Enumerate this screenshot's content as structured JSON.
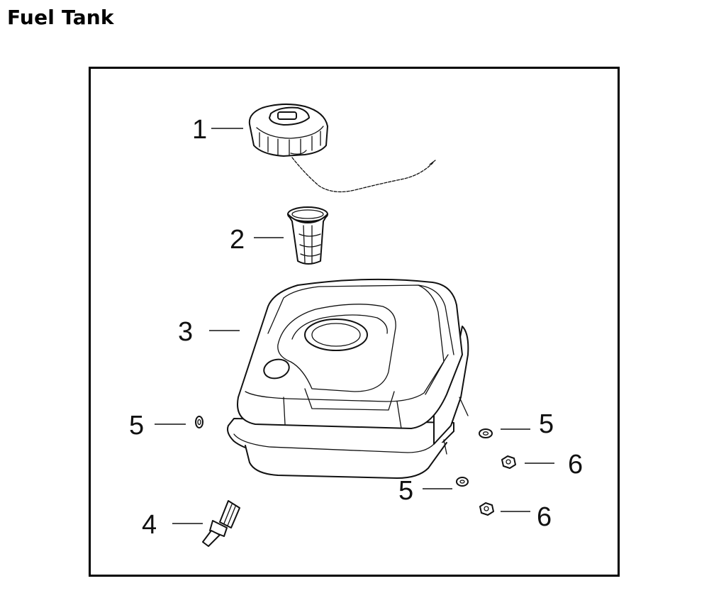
{
  "title": "Fuel Tank",
  "parts": [
    {
      "id": "fuel-cap",
      "label": "1"
    },
    {
      "id": "fuel-strainer",
      "label": "2"
    },
    {
      "id": "fuel-tank",
      "label": "3"
    },
    {
      "id": "fuel-valve",
      "label": "4"
    },
    {
      "id": "washer-left",
      "label": "5"
    },
    {
      "id": "washer-right-upper",
      "label": "5"
    },
    {
      "id": "washer-right-lower",
      "label": "5"
    },
    {
      "id": "nut-upper",
      "label": "6"
    },
    {
      "id": "nut-lower",
      "label": "6"
    }
  ]
}
